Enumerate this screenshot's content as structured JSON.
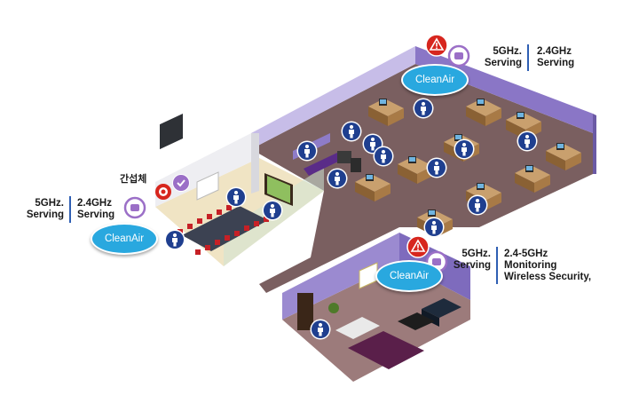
{
  "interferer": {
    "label": "간섭체"
  },
  "ap_top_right": {
    "cleanair": "CleanAir",
    "band_left": "5GHz.",
    "role_left": "Serving",
    "band_right": "2.4GHz",
    "role_right": "Serving"
  },
  "ap_left": {
    "cleanair": "CleanAir",
    "band_left": "5GHz.",
    "role_left": "Serving",
    "band_right": "2.4GHz",
    "role_right": "Serving"
  },
  "ap_bottom": {
    "cleanair": "CleanAir",
    "band_left": "5GHz.",
    "role_left": "Serving",
    "band_right": "2.4-5GHz",
    "role_right_line1": "Monitoring",
    "role_right_line2": "Wireless Security,"
  },
  "colors": {
    "floor": "#7a5f60",
    "wall_purple": "#9b8ad0",
    "cleanair_blue": "#29a8df",
    "user_badge": "#1f3f8f",
    "alert_red": "#d7261e",
    "label_separator": "#2f5fb3"
  },
  "icons": [
    "user-icon",
    "warning-icon",
    "check-icon",
    "webcam-icon",
    "access-point-icon"
  ]
}
